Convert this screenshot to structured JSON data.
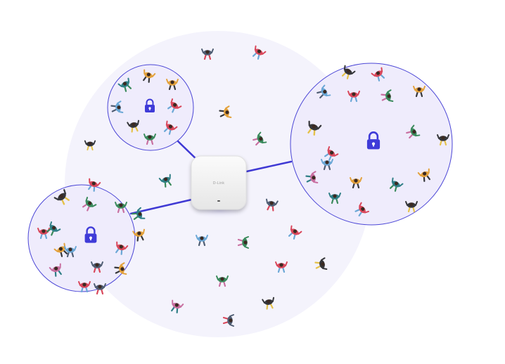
{
  "diagram": {
    "access_point": {
      "brand_label": "D-Link",
      "led_color": "#555555",
      "body_color": "#f1f1f1"
    },
    "colors": {
      "coverage_fill": "#f4f3fc",
      "cluster_fill": "#efecfc",
      "cluster_stroke": "#4b46d6",
      "link_color": "#3f39d4",
      "lock_color": "#3f3bd8"
    },
    "zones": [
      {
        "name": "left-cluster",
        "icon": "padlock-icon"
      },
      {
        "name": "top-cluster",
        "icon": "padlock-icon"
      },
      {
        "name": "right-cluster",
        "icon": "padlock-icon"
      }
    ],
    "people_icon": "person-topdown-icon"
  }
}
